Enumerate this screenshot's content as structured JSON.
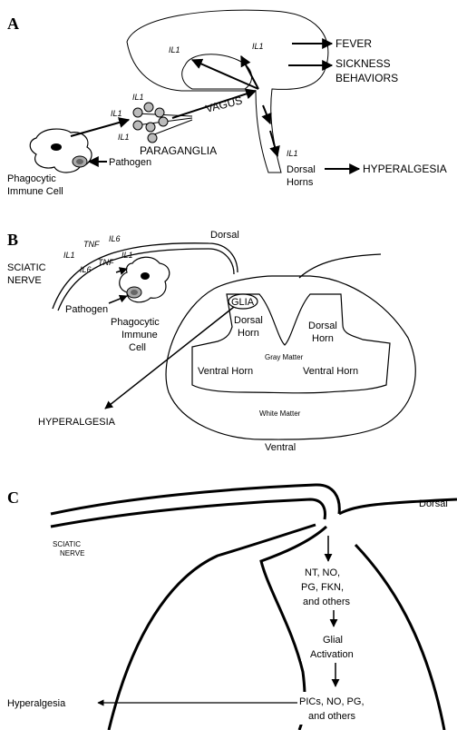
{
  "panels": {
    "a": "A",
    "b": "B",
    "c": "C"
  },
  "panel_a": {
    "il1": "IL1",
    "fever": "FEVER",
    "sickness_1": "SICKNESS",
    "sickness_2": "BEHAVIORS",
    "vagus": "VAGUS",
    "paraganglia": "PARAGANGLIA",
    "pathogen": "Pathogen",
    "phago_1": "Phagocytic",
    "phago_2": "Immune Cell",
    "dorsal_1": "Dorsal",
    "dorsal_2": "Horns",
    "hyperalgesia": "HYPERALGESIA"
  },
  "panel_b": {
    "dorsal": "Dorsal",
    "ventral": "Ventral",
    "sciatic_1": "SCIATIC",
    "sciatic_2": "NERVE",
    "il1": "IL1",
    "il6": "IL6",
    "tnf": "TNF",
    "pathogen": "Pathogen",
    "phago_1": "Phagocytic",
    "phago_2": "Immune",
    "phago_3": "Cell",
    "glia": "GLIA",
    "dorsal_horn_1": "Dorsal",
    "dorsal_horn_2": "Horn",
    "gray_matter": "Gray Matter",
    "ventral_horn": "Ventral Horn",
    "white_matter": "White Matter",
    "hyperalgesia": "HYPERALGESIA"
  },
  "panel_c": {
    "dorsal": "Dorsal",
    "sciatic_1": "SCIATIC",
    "sciatic_2": "NERVE",
    "box1_1": "NT, NO,",
    "box1_2": "PG, FKN,",
    "box1_3": "and others",
    "glial_1": "Glial",
    "glial_2": "Activation",
    "box3_1": "PICs, NO, PG,",
    "box3_2": "and others",
    "hyperalgesia": "Hyperalgesia"
  }
}
